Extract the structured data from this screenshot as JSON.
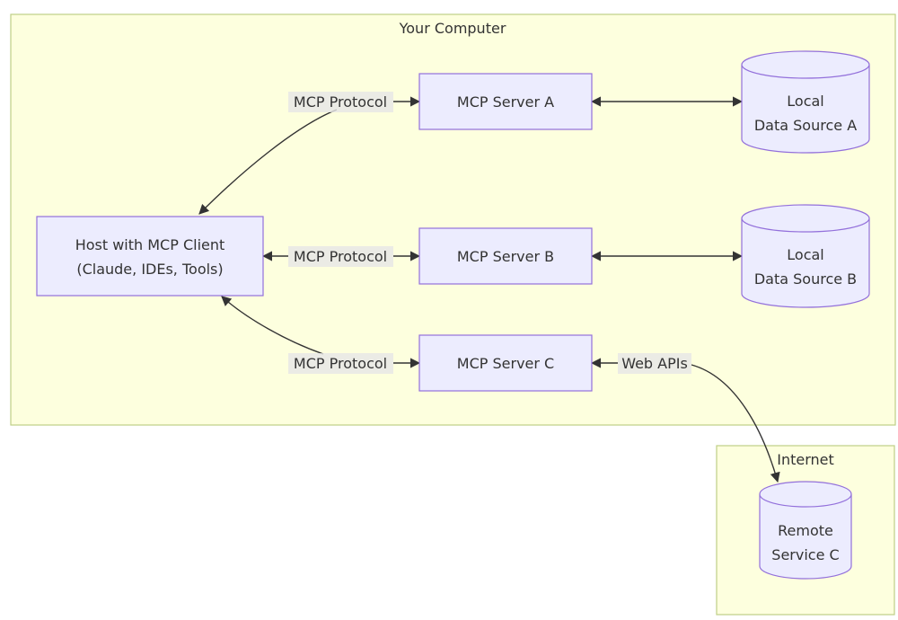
{
  "clusters": {
    "computer": {
      "label": "Your Computer"
    },
    "internet": {
      "label": "Internet"
    }
  },
  "nodes": {
    "host": {
      "line1": "Host with MCP Client",
      "line2": "(Claude, IDEs, Tools)"
    },
    "server_a": {
      "label": "MCP Server A"
    },
    "server_b": {
      "label": "MCP Server B"
    },
    "server_c": {
      "label": "MCP Server C"
    },
    "local_a": {
      "line1": "Local",
      "line2": "Data Source A"
    },
    "local_b": {
      "line1": "Local",
      "line2": "Data Source B"
    },
    "remote_c": {
      "line1": "Remote",
      "line2": "Service C"
    }
  },
  "edge_labels": {
    "protocol_a": "MCP Protocol",
    "protocol_b": "MCP Protocol",
    "protocol_c": "MCP Protocol",
    "web_apis": "Web APIs"
  },
  "colors": {
    "cluster_fill": "#fdffde",
    "cluster_stroke": "#bfcf86",
    "node_fill": "#ececfe",
    "node_stroke": "#9370db",
    "edge": "#333333"
  }
}
